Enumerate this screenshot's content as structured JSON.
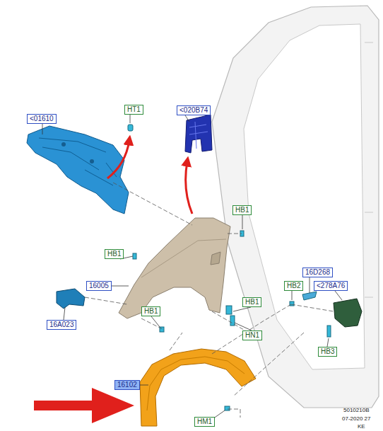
{
  "diagram": {
    "nodes": [
      {
        "text": [
          "<020B74"
        ]
      },
      {
        "text": [
          "HT1"
        ]
      },
      {
        "text": [
          "<01610"
        ]
      },
      {
        "text": [
          "HB1"
        ]
      },
      {
        "text": [
          "HB1"
        ]
      },
      {
        "text": [
          "16D268"
        ]
      },
      {
        "text": [
          "16005"
        ]
      },
      {
        "text": [
          "HB2"
        ]
      },
      {
        "text": [
          "<278A76"
        ]
      },
      {
        "text": [
          "HB1"
        ]
      },
      {
        "text": [
          "HB1"
        ]
      },
      {
        "text": [
          "16A023"
        ]
      },
      {
        "text": [
          "HN1"
        ]
      },
      {
        "text": [
          "HB3"
        ]
      },
      {
        "text": [
          "16102"
        ]
      },
      {
        "text": [
          "HM1"
        ]
      }
    ],
    "labels": [
      "5010210B",
      "07-2020 27",
      "KE"
    ]
  }
}
